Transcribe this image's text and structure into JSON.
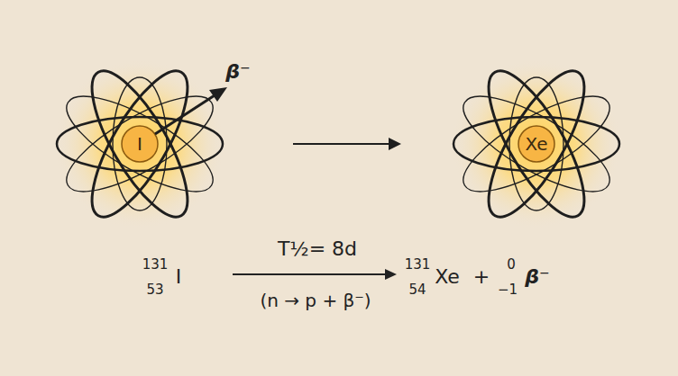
{
  "diagram": {
    "nodes": [
      {
        "text": [
          "I"
        ]
      },
      {
        "text": [
          "Xe"
        ]
      }
    ],
    "edges": [
      {
        "from": 0,
        "to": 1,
        "arrow": "to"
      }
    ],
    "labels": [
      "β⁻",
      "T½= 8d",
      "131",
      "53",
      "I",
      "(n → p + β⁻)",
      "131",
      "54",
      "Xe",
      "+",
      "0",
      "−1",
      "β⁻"
    ]
  }
}
